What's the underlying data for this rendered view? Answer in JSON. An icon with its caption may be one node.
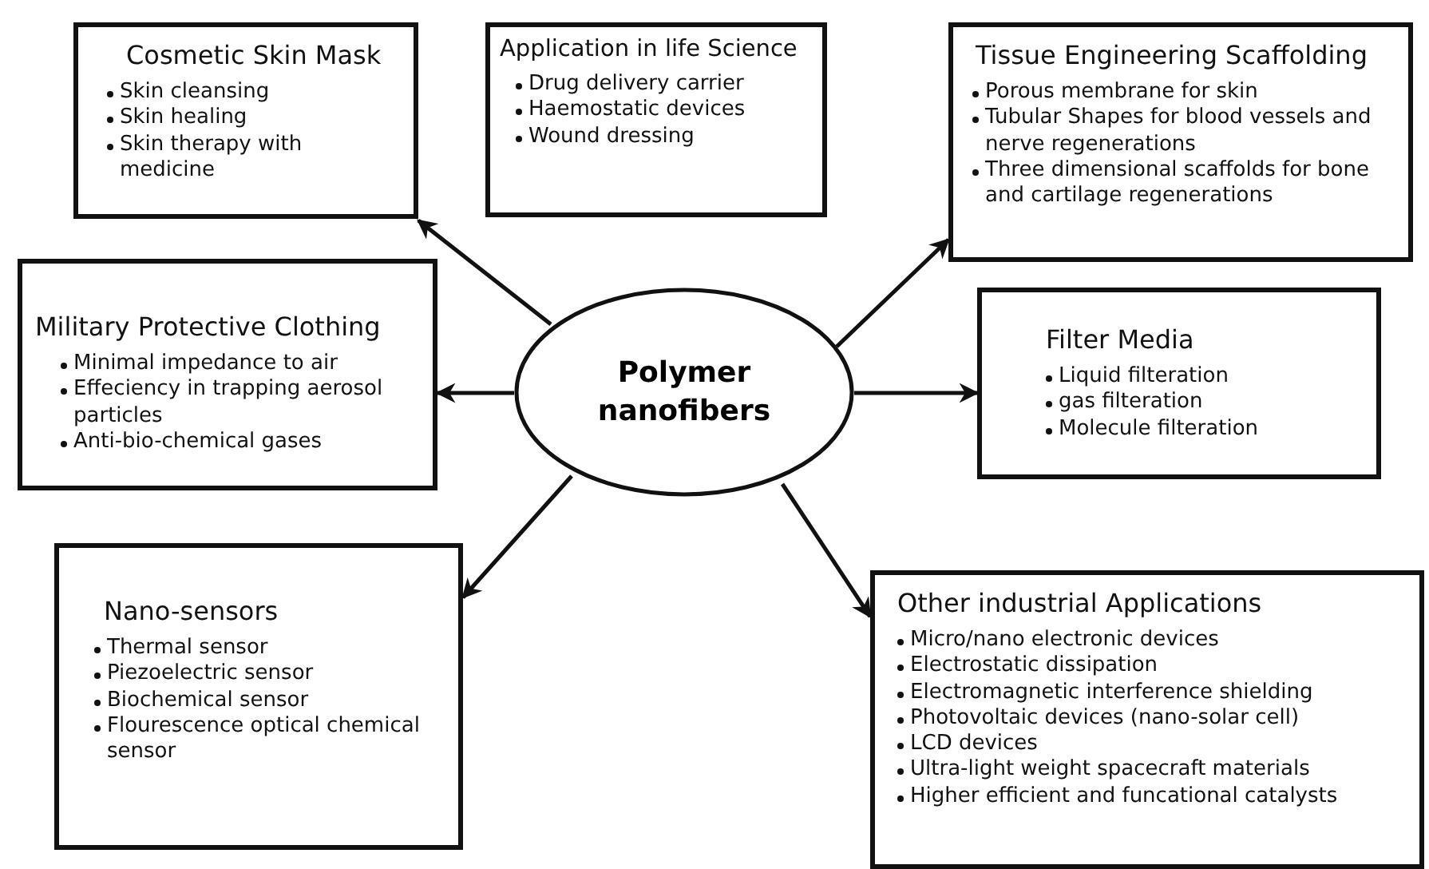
{
  "diagram": {
    "nodes": [
      {
        "text": [
          "Cosmetic Skin Mask",
          "Skin cleansing",
          "Skin healing",
          "Skin therapy with medicine"
        ]
      },
      {
        "text": [
          "Application in life Science",
          "Drug delivery carrier",
          "Haemostatic devices",
          "Wound dressing"
        ]
      },
      {
        "text": [
          "Tissue Engineering Scaffolding",
          "Porous membrane for skin",
          "Tubular Shapes for blood vessels and nerve regenerations",
          "Three dimensional scaffolds for bone and cartilage regenerations"
        ]
      },
      {
        "text": [
          "Military Protective Clothing",
          "Minimal impedance to air",
          "Effeciency in trapping aerosol particles",
          "Anti-bio-chemical gases"
        ]
      },
      {
        "text": [
          "Polymer nanofibers"
        ]
      },
      {
        "text": [
          "Filter Media",
          "Liquid filteration",
          "gas filteration",
          "Molecule filteration"
        ]
      },
      {
        "text": [
          "Nano-sensors",
          "Thermal sensor",
          "Piezoelectric sensor",
          "Biochemical sensor",
          "Flourescence optical chemical sensor"
        ]
      },
      {
        "text": [
          "Other industrial Applications",
          "Micro/nano electronic devices",
          "Electrostatic dissipation",
          "Electromagnetic interference shielding",
          "Photovoltaic devices (nano-solar cell)",
          "LCD devices",
          "Ultra-light weight spacecraft materials",
          "Higher efficient and funcational catalysts"
        ]
      }
    ],
    "edges": [
      {
        "from": 4,
        "to": 0,
        "arrow": "to"
      },
      {
        "from": 4,
        "to": 2,
        "arrow": "to"
      },
      {
        "from": 4,
        "to": 3,
        "arrow": "to"
      },
      {
        "from": 4,
        "to": 5,
        "arrow": "to"
      },
      {
        "from": 4,
        "to": 6,
        "arrow": "to"
      },
      {
        "from": 4,
        "to": 7,
        "arrow": "to"
      }
    ]
  }
}
